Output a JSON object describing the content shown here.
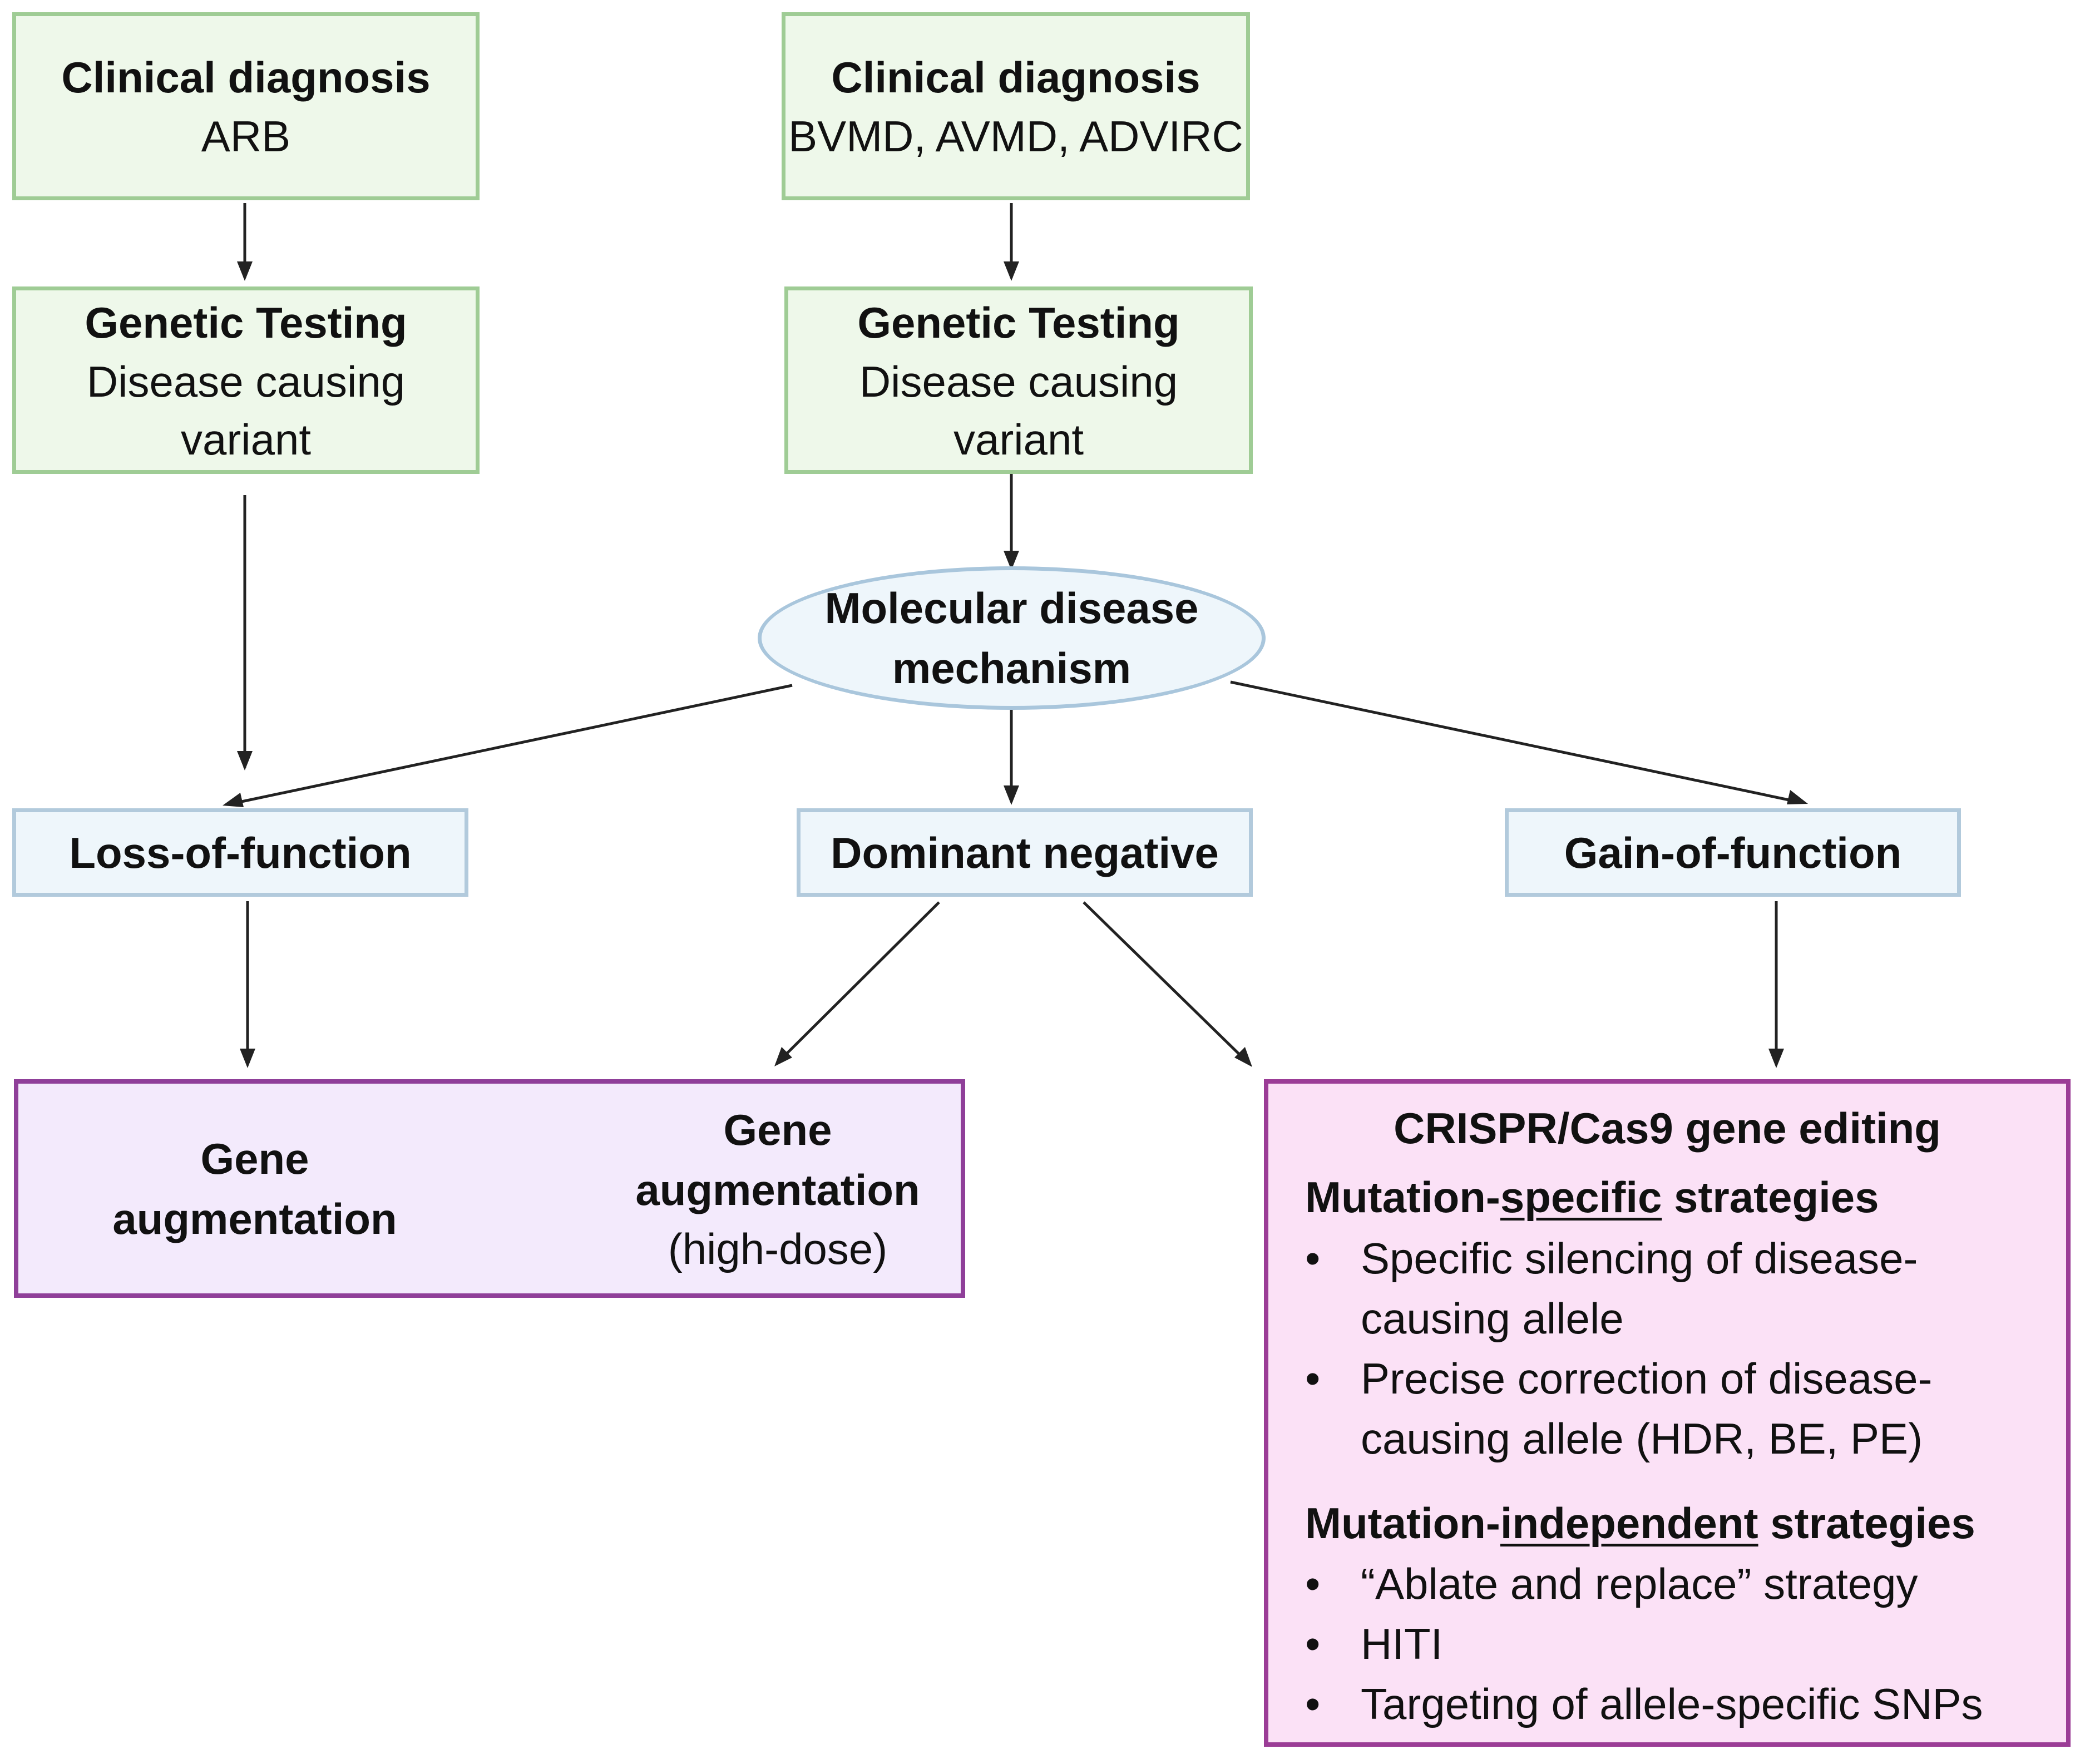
{
  "left_column": {
    "clinical": {
      "title": "Clinical diagnosis",
      "detail": "ARB"
    },
    "genetic": {
      "title": "Genetic Testing",
      "detail_line1": "Disease causing",
      "detail_line2": "variant"
    }
  },
  "right_column": {
    "clinical": {
      "title": "Clinical diagnosis",
      "detail": "BVMD, AVMD, ADVIRC"
    },
    "genetic": {
      "title": "Genetic Testing",
      "detail_line1": "Disease causing",
      "detail_line2": "variant"
    }
  },
  "mechanism": {
    "line1": "Molecular disease",
    "line2": "mechanism"
  },
  "mechanisms": {
    "loss": "Loss-of-function",
    "dominant": "Dominant negative",
    "gain": "Gain-of-function"
  },
  "therapies": {
    "gene_aug": {
      "line1": "Gene",
      "line2": "augmentation"
    },
    "gene_aug_high": {
      "line1": "Gene",
      "line2": "augmentation",
      "line3": "(high-dose)"
    },
    "crispr": {
      "title": "CRISPR/Cas9 gene editing",
      "specific": {
        "prefix": "Mutation-",
        "underlined": "specific",
        "suffix": " strategies",
        "items": [
          "Specific silencing of disease-causing allele",
          "Precise correction of disease-causing allele (HDR, BE, PE)"
        ]
      },
      "independent": {
        "prefix": "Mutation-",
        "underlined": "independent",
        "suffix": " strategies",
        "items": [
          "“Ablate and replace” strategy",
          "HITI",
          "Targeting of allele-specific SNPs"
        ]
      }
    }
  }
}
